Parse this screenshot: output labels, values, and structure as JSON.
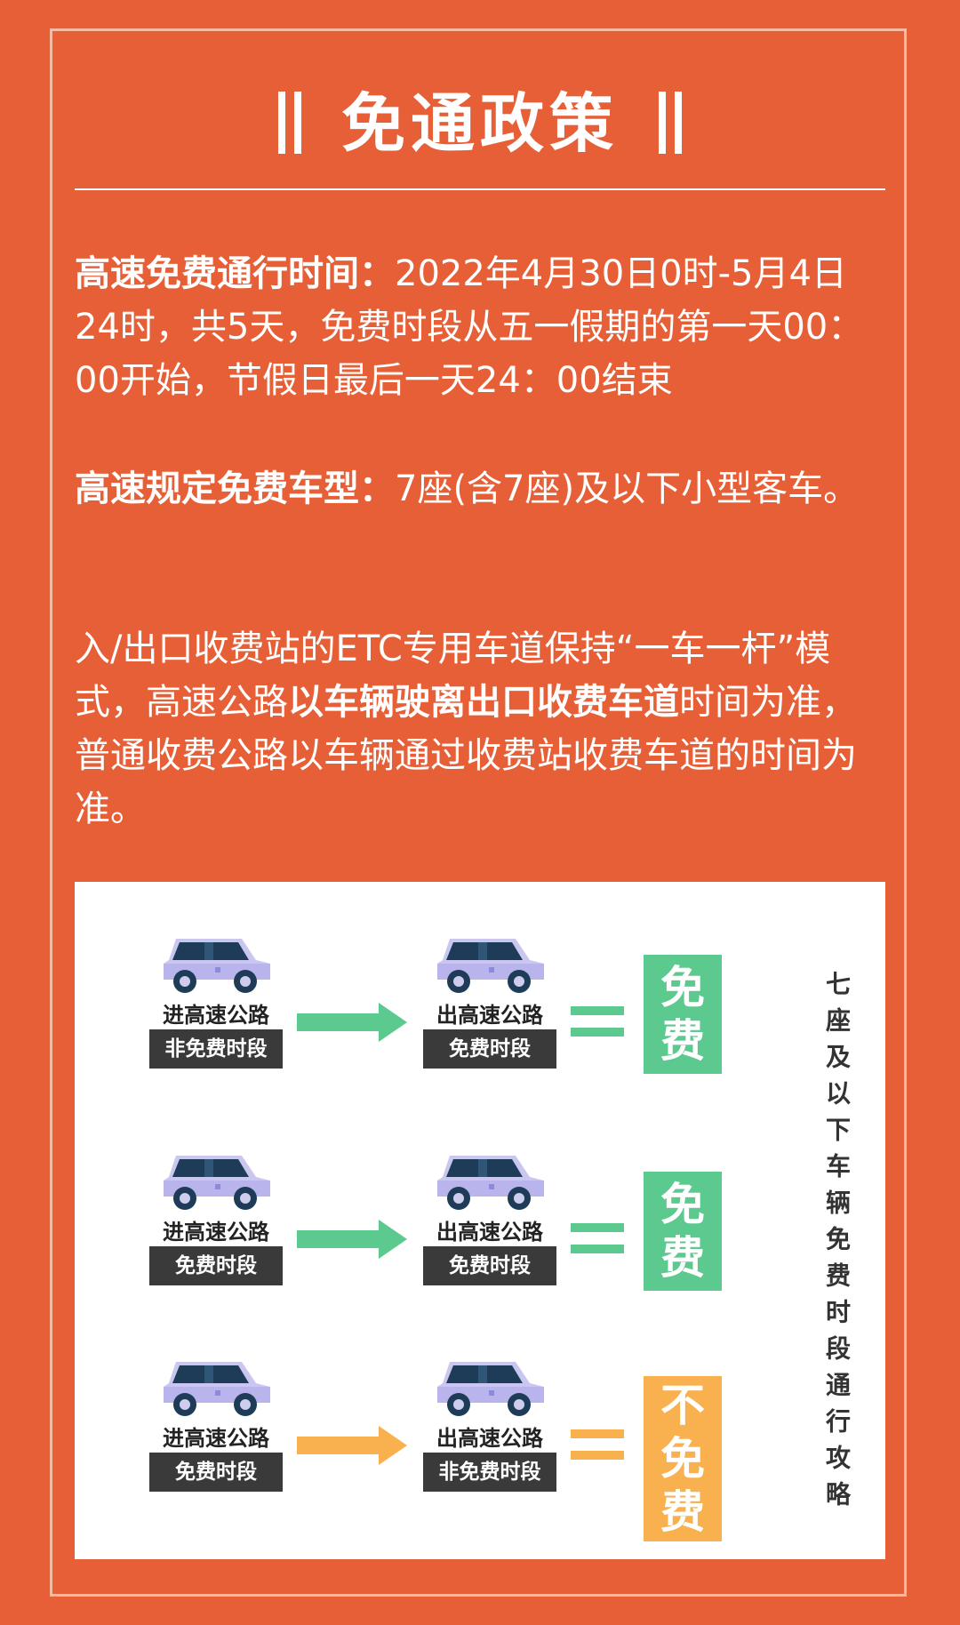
{
  "title": "免通政策",
  "para1": {
    "label": "高速免费通行时间：",
    "text": "2022年4月30日0时-5月4日24时，共5天，免费时段从五一假期的第一天00：00开始，节假日最后一天24：00结束"
  },
  "para2": {
    "label": "高速规定免费车型：",
    "text": "7座(含7座)及以下小型客车。"
  },
  "para3": {
    "text_before": "入/出口收费站的ETC专用车道保持“一车一杆”模式，高速公路",
    "bold": "以车辆驶离出口收费车道",
    "text_after": "时间为准，普通收费公路以车辆通过收费站收费车道的时间为准。"
  },
  "colors": {
    "background": "#E65F36",
    "green": "#5CC98F",
    "orange": "#F9B04F",
    "label_bg": "#3A3A3A"
  },
  "scenarios": [
    {
      "entry_label": "进高速公路",
      "entry_period": "非免费时段",
      "exit_label": "出高速公路",
      "exit_period": "免费时段",
      "result": "免费",
      "color": "green"
    },
    {
      "entry_label": "进高速公路",
      "entry_period": "免费时段",
      "exit_label": "出高速公路",
      "exit_period": "免费时段",
      "result": "免费",
      "color": "green"
    },
    {
      "entry_label": "进高速公路",
      "entry_period": "免费时段",
      "exit_label": "出高速公路",
      "exit_period": "非免费时段",
      "result": "不免费",
      "color": "orange"
    }
  ],
  "side_caption": "七座及以下车辆免费时段通行攻略",
  "icons": {
    "car": "car-icon",
    "arrow": "arrow-right-icon",
    "equals": "equals-icon"
  }
}
